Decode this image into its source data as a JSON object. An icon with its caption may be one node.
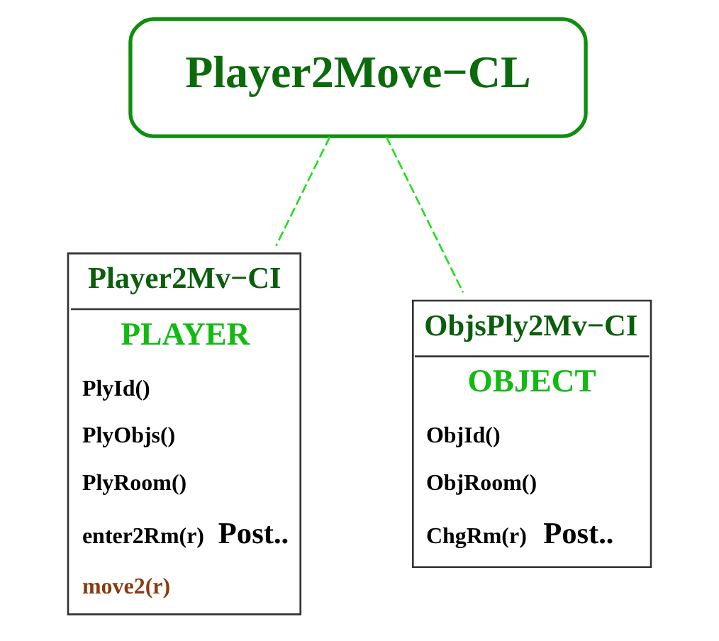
{
  "diagram": {
    "nodes": [
      {
        "text": [
          "Player2Move−CL"
        ]
      },
      {
        "text": [
          "Player2Mv−CI",
          "PLAYER",
          "PlyId()",
          "PlyObjs()",
          "PlyRoom()",
          "enter2Rm(r)",
          "Post..",
          "move2(r)"
        ]
      },
      {
        "text": [
          "ObjsPly2Mv−CI",
          "OBJECT",
          "ObjId()",
          "ObjRoom()",
          "ChgRm(r)",
          "Post.."
        ]
      }
    ],
    "edges": [
      {
        "from": 0,
        "to": 1,
        "arrow": "none",
        "style": "dashed"
      },
      {
        "from": 0,
        "to": 2,
        "arrow": "none",
        "style": "dashed"
      }
    ]
  }
}
